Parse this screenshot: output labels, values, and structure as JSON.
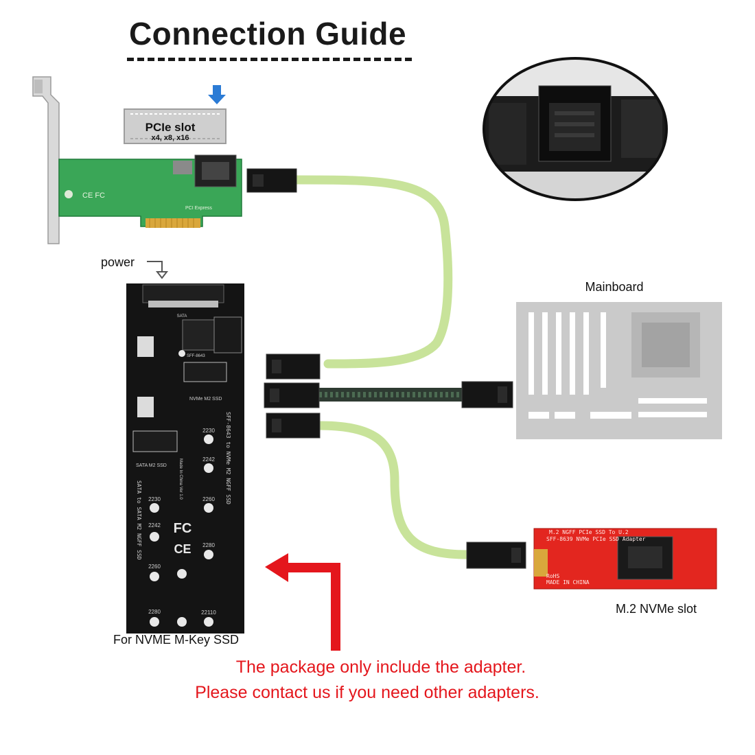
{
  "title": "Connection Guide",
  "pcie_slot": {
    "label": "PCIe slot",
    "sub": "x4, x8, x16"
  },
  "labels": {
    "power": "power",
    "mainboard": "Mainboard",
    "m2_slot": "M.2 NVMe slot",
    "nvme_ssd": "For NVME M-Key SSD"
  },
  "adapter_board": {
    "silk_sata": "SATA",
    "silk_sff": "SFF-8643",
    "silk_nvme": "NVMe M2 SSD",
    "silk_sata_m2": "SATA M2 SSD",
    "silk_side_right": "SFF-8643 to NVMe M2 NGFF SSD",
    "silk_side_left": "SATA to SATA M2 NGFF SSD",
    "silk_made": "Made In China Ver 1.0",
    "sizes_right": [
      "2230",
      "2242",
      "2260",
      "2280",
      "22110"
    ],
    "sizes_left": [
      "2230",
      "2242",
      "2260",
      "2280"
    ]
  },
  "red_card": {
    "line1": "M.2 NGFF PCIe SSD To U.2",
    "line2": "SFF-8639 NVMe PCIe SSD Adapter",
    "rohs": "RoHS",
    "made": "MADE IN CHINA"
  },
  "notice": {
    "line1": "The package only include the adapter.",
    "line2": "Please contact us if you need other adapters."
  },
  "colors": {
    "cable": "#c8e39a",
    "pcb_green": "#3aa657",
    "pcb_black": "#141414",
    "pcb_red": "#e3261f",
    "arrow_red": "#e4161c",
    "mainboard": "#c9c9c9"
  }
}
